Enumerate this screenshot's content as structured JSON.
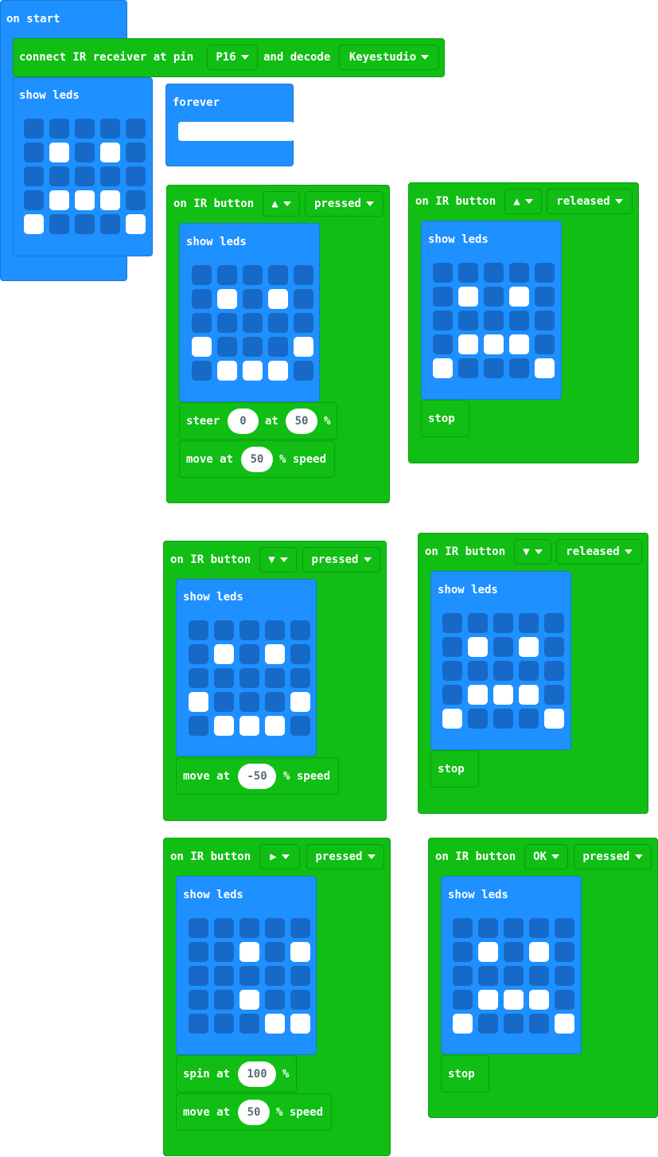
{
  "labels": {
    "on_start": "on start",
    "connect": "connect IR receiver at pin",
    "and_decode": "and decode",
    "show_leds": "show leds",
    "forever": "forever",
    "on_ir_button": "on IR button",
    "steer": "steer",
    "at": "at",
    "percent": "%",
    "move_at": "move at",
    "speed": "% speed",
    "stop": "stop",
    "spin_at": "spin at"
  },
  "dropdowns": {
    "pin": "P16",
    "decoder": "Keyestudio",
    "pressed": "pressed",
    "released": "released",
    "ok": "OK"
  },
  "values": {
    "steer_angle": "0",
    "steer_speed": "50",
    "move_up": "50",
    "move_down": "-50",
    "spin_speed": "100",
    "move_right": "50"
  },
  "led_patterns": {
    "start_face": [
      "00000",
      "01010",
      "00000",
      "01110",
      "10001"
    ],
    "up_pressed": [
      "00000",
      "01010",
      "00000",
      "10001",
      "01110"
    ],
    "up_released": [
      "00000",
      "01010",
      "00000",
      "01110",
      "10001"
    ],
    "down_pressed": [
      "00000",
      "01010",
      "00000",
      "10001",
      "01110"
    ],
    "down_released": [
      "00000",
      "01010",
      "00000",
      "01110",
      "10001"
    ],
    "right_pressed": [
      "00000",
      "00101",
      "00000",
      "00100",
      "00011"
    ],
    "ok_pressed": [
      "00000",
      "01010",
      "00000",
      "01110",
      "10001"
    ]
  },
  "colors": {
    "basic_blue": "#1e90ff",
    "ir_green": "#10be14",
    "led_off": "#1769c7",
    "led_on": "#ffffff"
  }
}
